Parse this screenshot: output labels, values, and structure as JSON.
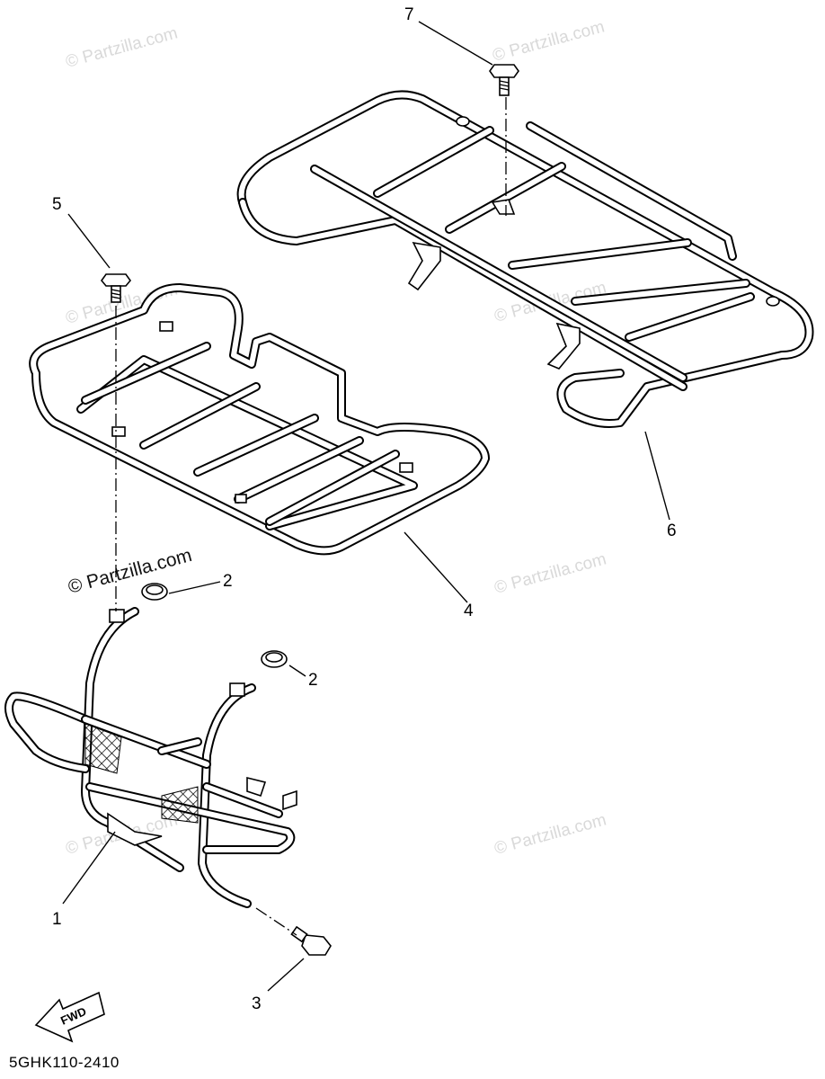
{
  "watermark": {
    "text": "© Partzilla.com"
  },
  "callouts": {
    "c1": "1",
    "c2a": "2",
    "c2b": "2",
    "c3": "3",
    "c4": "4",
    "c5": "5",
    "c6": "6",
    "c7": "7"
  },
  "fwd_label": "FWD",
  "diagram_code": "5GHK110-2410"
}
